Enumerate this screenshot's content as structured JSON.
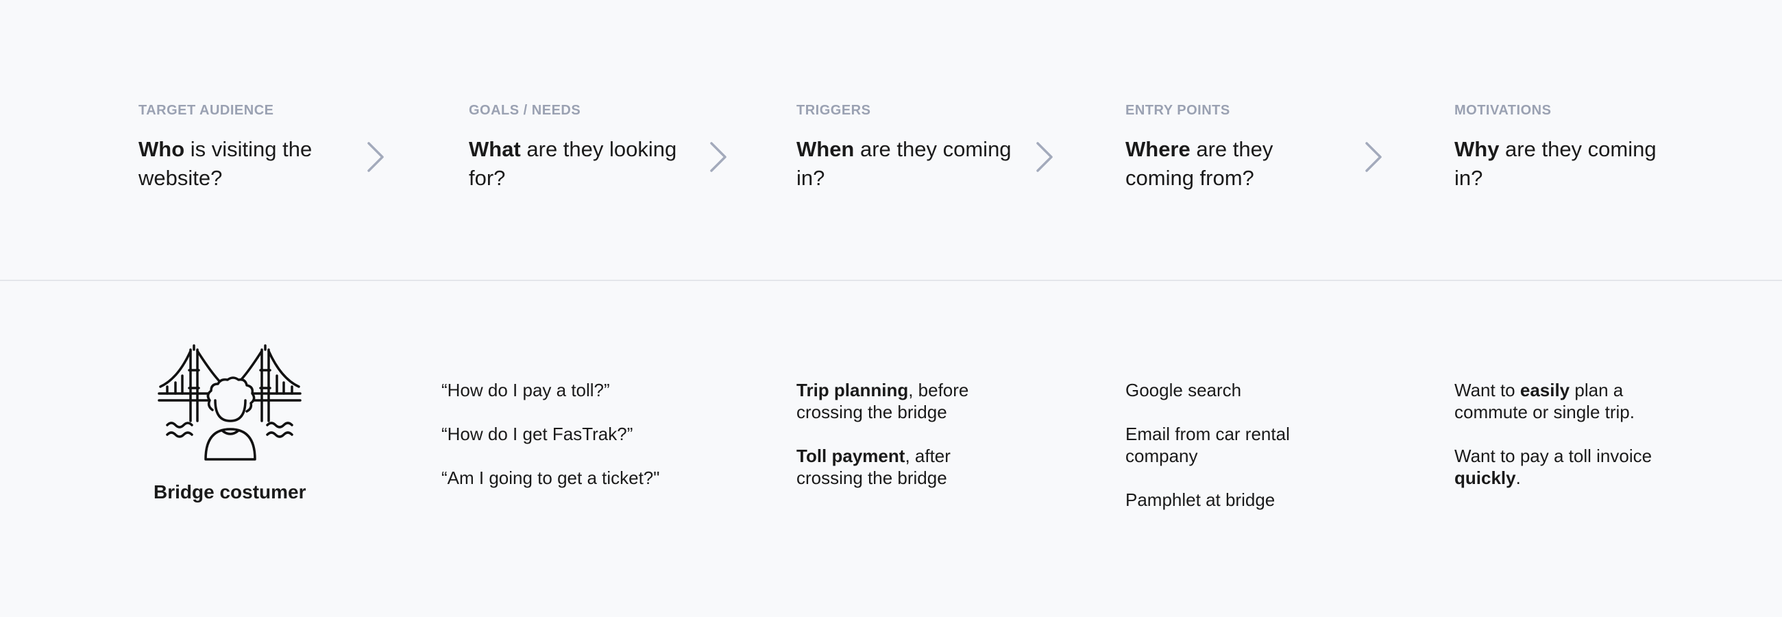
{
  "header": {
    "columns": [
      {
        "label": "TARGET AUDIENCE",
        "q_bold": "Who",
        "q_rest": " is visiting the website?"
      },
      {
        "label": "GOALS / NEEDS",
        "q_bold": "What",
        "q_rest": " are they looking for?"
      },
      {
        "label": "TRIGGERS",
        "q_bold": "When",
        "q_rest": " are they coming in?"
      },
      {
        "label": "ENTRY POINTS",
        "q_bold": "Where",
        "q_rest": " are they coming from?"
      },
      {
        "label": "MOTIVATIONS",
        "q_bold": "Why",
        "q_rest": " are they coming in?"
      }
    ]
  },
  "audience": {
    "persona_label": "Bridge costumer",
    "icon": "bridge-person-icon"
  },
  "goals": [
    "“How do I pay a toll?”",
    "“How do I get FasTrak?”",
    "“Am I going to get a ticket?\""
  ],
  "triggers": [
    {
      "bold": "Trip planning",
      "rest": ", before crossing the bridge"
    },
    {
      "bold": "Toll payment",
      "rest": ", after crossing the bridge"
    }
  ],
  "entry_points": [
    "Google search",
    "Email from car rental company",
    "Pamphlet at bridge"
  ],
  "motivations": [
    {
      "pre": "Want to ",
      "bold": "easily",
      "post": " plan a commute or single trip."
    },
    {
      "pre": "Want to pay a toll invoice ",
      "bold": "quickly",
      "post": "."
    }
  ],
  "colors": {
    "label": "#9aa1b2",
    "chevron": "#a3aabb",
    "text": "#1a1a1a",
    "divider": "#e4e6ea",
    "background": "#f8f9fb"
  }
}
